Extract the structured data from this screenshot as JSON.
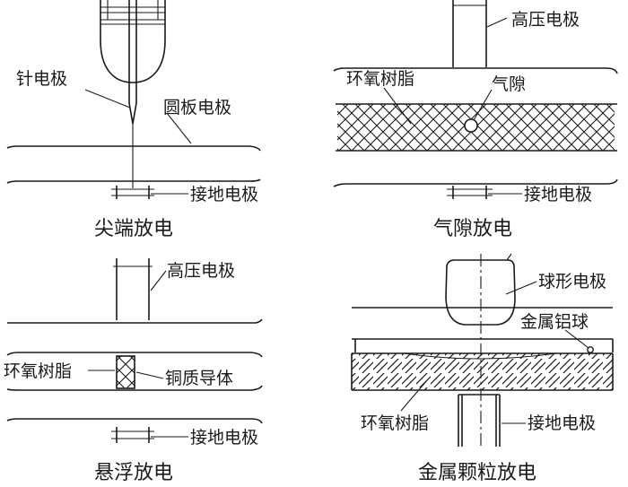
{
  "panels": {
    "tip": {
      "caption": "尖端放电",
      "needle_label": "针电极",
      "plate_label": "圆板电极",
      "ground_label": "接地电极"
    },
    "gap": {
      "caption": "气隙放电",
      "hv_label": "高压电极",
      "epoxy_label": "环氧树脂",
      "void_label": "气隙",
      "ground_label": "接地电极"
    },
    "float": {
      "caption": "悬浮放电",
      "hv_label": "高压电极",
      "epoxy_label": "环氧树脂",
      "copper_label": "铜质导体",
      "ground_label": "接地电极"
    },
    "particle": {
      "caption": "金属颗粒放电",
      "ball_electrode_label": "球形电极",
      "al_ball_label": "金属铝球",
      "epoxy_label": "环氧树脂",
      "ground_label": "接地电极"
    }
  }
}
